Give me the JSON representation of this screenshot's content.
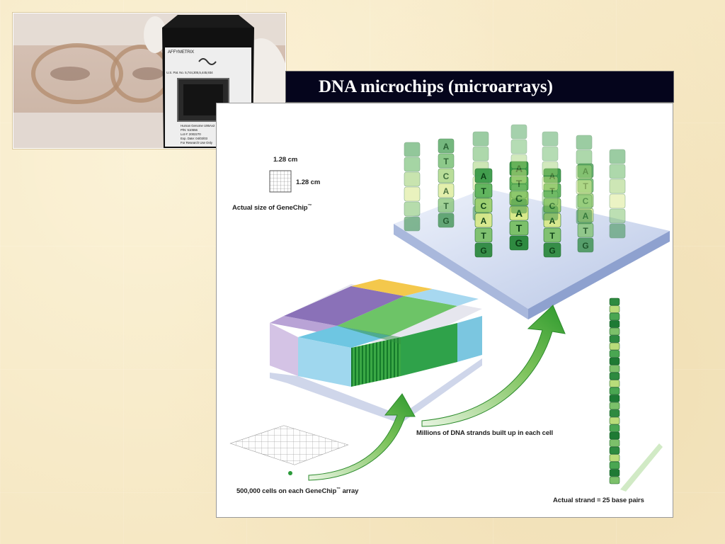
{
  "slide": {
    "title": "DNA microchips (microarrays)"
  },
  "photo": {
    "chip_brand": "AFFYMETRIX",
    "chip_patent": "U.S. Pat. No. 5,744,305,5,445,934",
    "chip_lines": [
      "Human Genome U95Av2",
      "P/N:       510556",
      "Lot #:   2002270",
      "Exp. Date:   04/03/03",
      "For Research Use Only"
    ]
  },
  "figure": {
    "size_label_top": "1.28 cm",
    "size_label_side": "1.28 cm",
    "actual_size_label": "Actual size of GeneChip",
    "actual_size_mark": "™",
    "cells_label": "500,000 cells on each GeneChip",
    "cells_label_suffix": " array",
    "cells_mark": "™",
    "strands_label": "Millions of DNA strands built up in each cell",
    "strand_label": "Actual strand = 25 base pairs",
    "bases": [
      "A",
      "T",
      "C",
      "A",
      "T",
      "G"
    ]
  }
}
